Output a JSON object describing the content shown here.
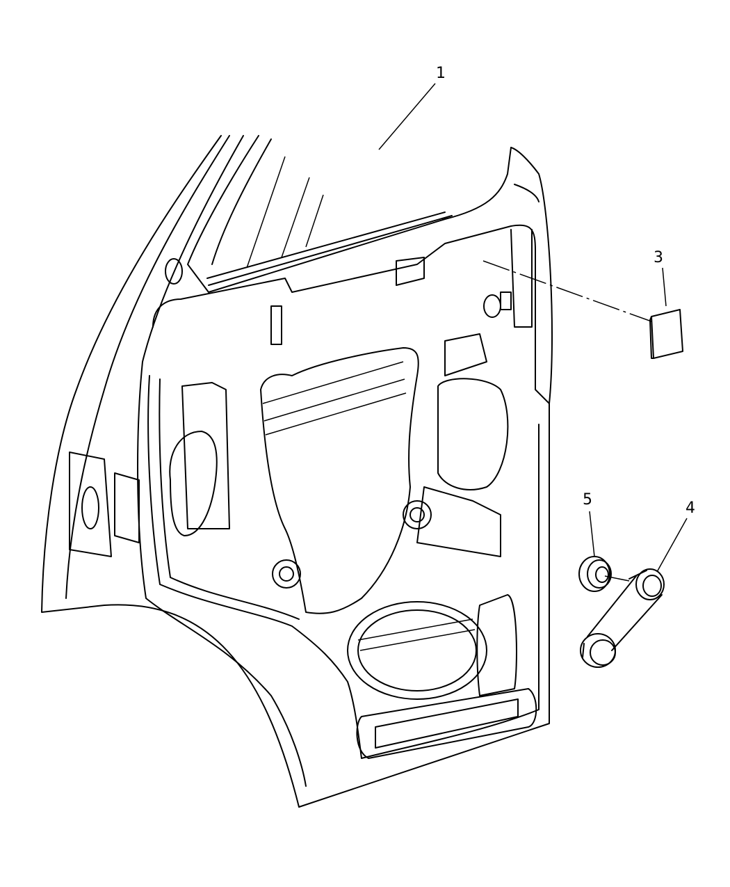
{
  "diagram": {
    "callouts": [
      {
        "id": "1",
        "label": "1",
        "part": "door-panel"
      },
      {
        "id": "3",
        "label": "3",
        "part": "plug"
      },
      {
        "id": "4",
        "label": "4",
        "part": "window-crank-handle"
      },
      {
        "id": "5",
        "label": "5",
        "part": "bezel"
      }
    ]
  }
}
